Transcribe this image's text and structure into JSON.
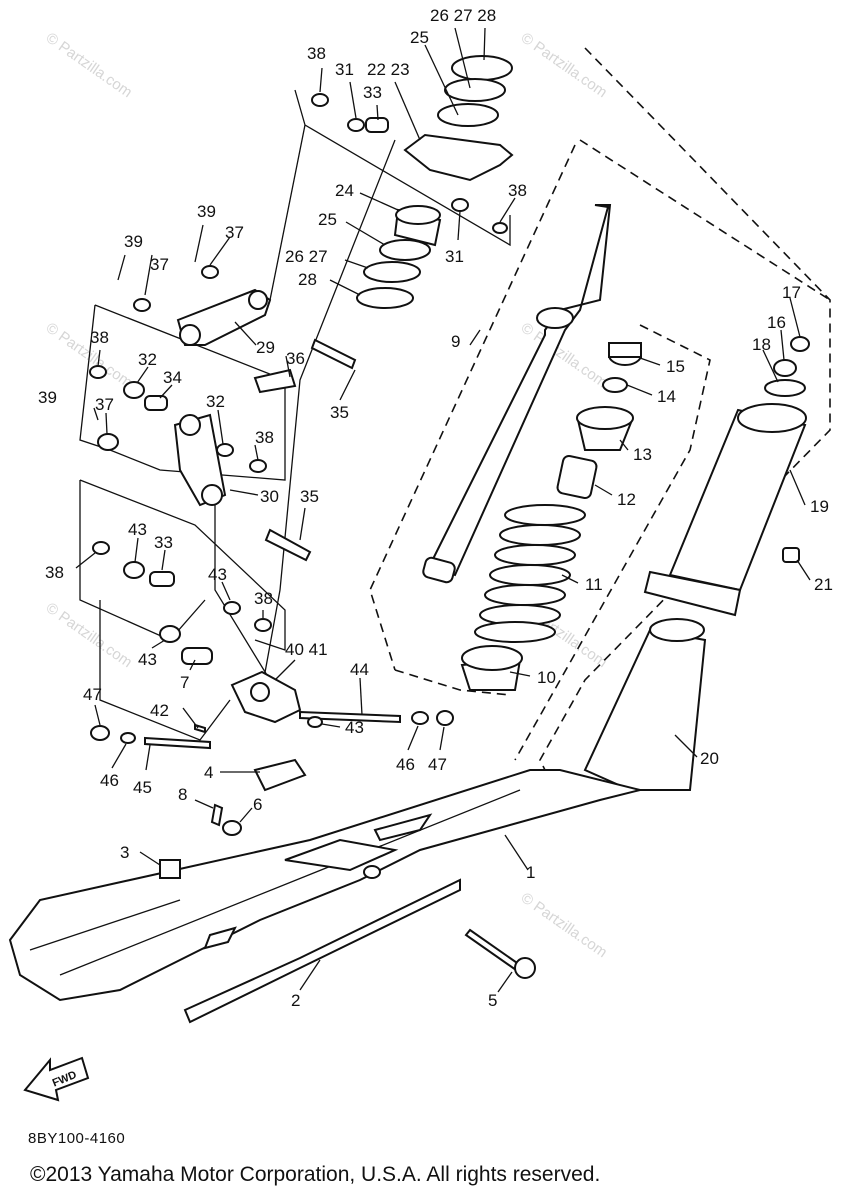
{
  "watermark": "© Partzilla.com",
  "diagram_code": "8BY100-4160",
  "copyright": "©2013 Yamaha Motor Corporation, U.S.A. All rights reserved.",
  "fwd_label": "FWD",
  "callouts": [
    "1",
    "2",
    "3",
    "4",
    "5",
    "6",
    "7",
    "8",
    "9",
    "10",
    "11",
    "12",
    "13",
    "14",
    "15",
    "16",
    "17",
    "18",
    "19",
    "20",
    "21",
    "22 23",
    "24",
    "25",
    "26 27",
    "26 27 28",
    "28",
    "29",
    "30",
    "31",
    "32",
    "33",
    "34",
    "35",
    "36",
    "37",
    "38",
    "39",
    "40 41",
    "42",
    "43",
    "44",
    "45",
    "46",
    "47"
  ]
}
